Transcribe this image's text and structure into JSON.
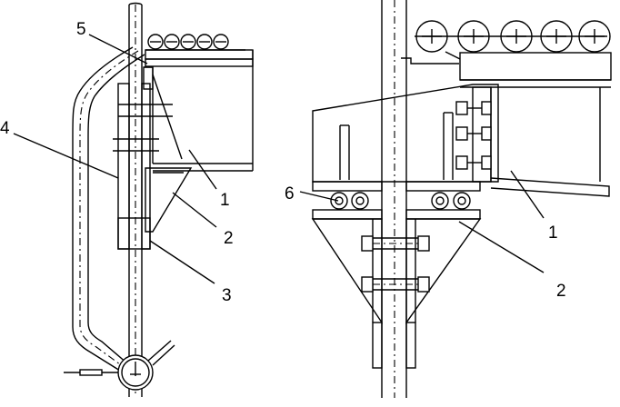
{
  "callouts": {
    "label_1_left": "1",
    "label_2_left": "2",
    "label_3_left": "3",
    "label_4_left": "4",
    "label_5_left": "5",
    "label_6_right": "6",
    "label_1_right": "1",
    "label_2_right": "2"
  },
  "icons": {
    "dial_gauge": "dial-gauge-icon",
    "roller": "roller-icon",
    "bolt": "bolt-icon"
  }
}
